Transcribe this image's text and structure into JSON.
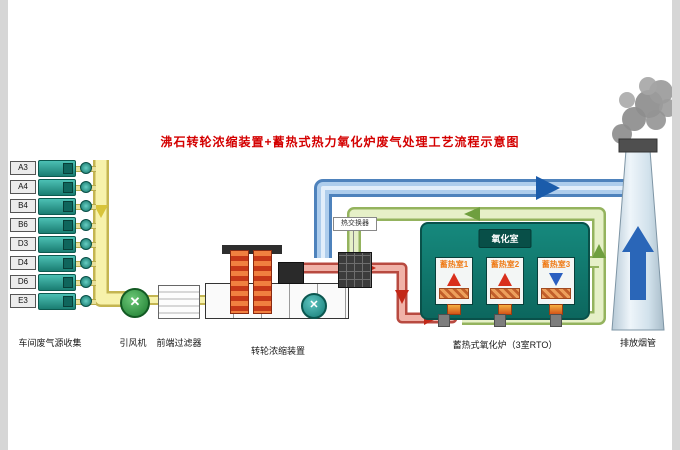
{
  "title": {
    "text": "沸石转轮浓缩装置+蓄热式热力氧化炉废气处理工艺流程示意图",
    "color": "#d40000"
  },
  "sources": {
    "labels": [
      "A3",
      "A4",
      "B4",
      "B6",
      "D3",
      "D4",
      "D6",
      "E3"
    ]
  },
  "equipment": {
    "collection_label": "车间废气源收集",
    "fan_label": "引风机",
    "filter_label": "前端过滤器",
    "rotor_label": "转轮浓缩装置",
    "heat_exchanger_label": "热交换器",
    "rto_label": "蓄热式氧化炉（3室RTO）",
    "stack_label": "排放烟管",
    "oxidation_chamber_label": "氧化室",
    "regen_chambers": [
      "蓄热室1",
      "蓄热室2",
      "蓄热室3"
    ]
  },
  "icons": {
    "fan_blades": "✕"
  },
  "colors": {
    "pipe_clean_air": "#4e82bc",
    "pipe_hot_concentrate": "#b84a40",
    "pipe_exhaust_loop": "#94b35e",
    "pipe_raw_gas": "#c4b551",
    "rto_body": "#0c675e",
    "title_red": "#d40000"
  }
}
